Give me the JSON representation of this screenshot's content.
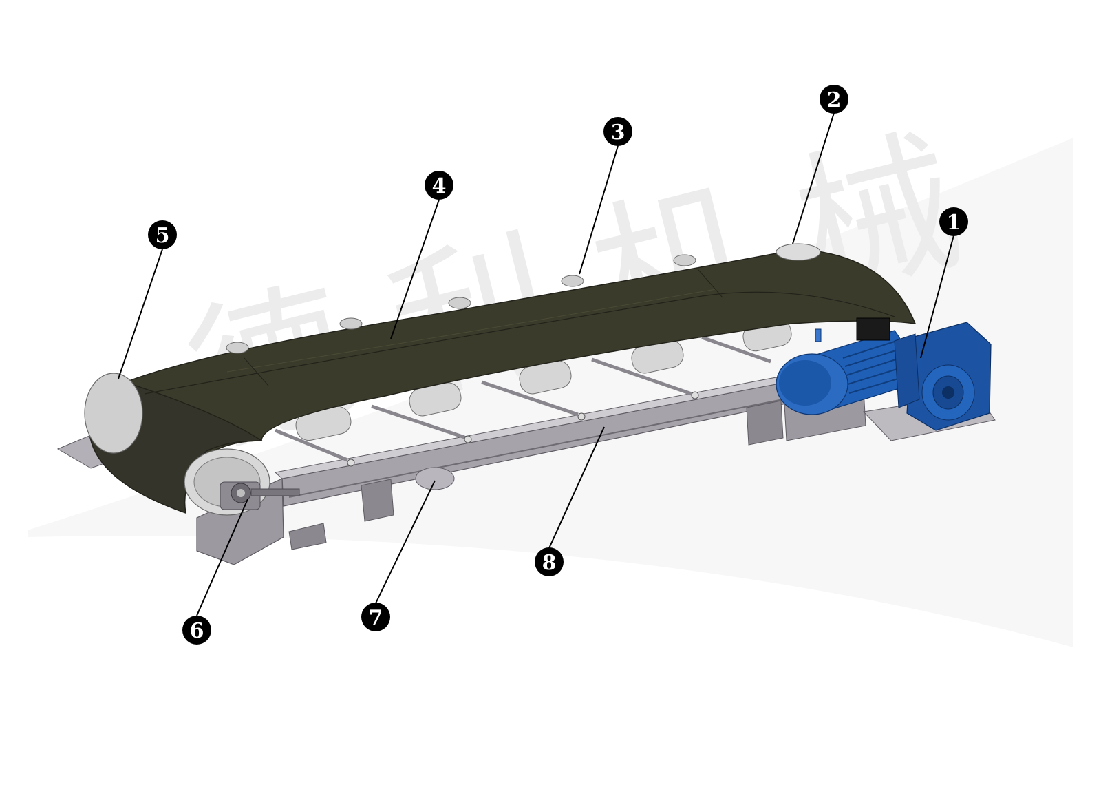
{
  "diagram": {
    "watermark": "德 利 机 械",
    "colors": {
      "belt": "#3a3a2a",
      "belt_edge": "#24241a",
      "frame": "#9a969c",
      "frame_dark": "#6f6b73",
      "frame_light": "#c9c6cc",
      "roller": "#d2d2d2",
      "motor": "#1f5fb6",
      "motor_dark": "#123f7e",
      "callout": "#000000"
    },
    "callouts": [
      {
        "label": "1",
        "part": "motor-reducer"
      },
      {
        "label": "2",
        "part": "head-pulley"
      },
      {
        "label": "3",
        "part": "return-idler"
      },
      {
        "label": "4",
        "part": "conveyor-belt"
      },
      {
        "label": "5",
        "part": "tail-pulley"
      },
      {
        "label": "6",
        "part": "take-up-bearing"
      },
      {
        "label": "7",
        "part": "lower-roller"
      },
      {
        "label": "8",
        "part": "frame"
      }
    ]
  }
}
